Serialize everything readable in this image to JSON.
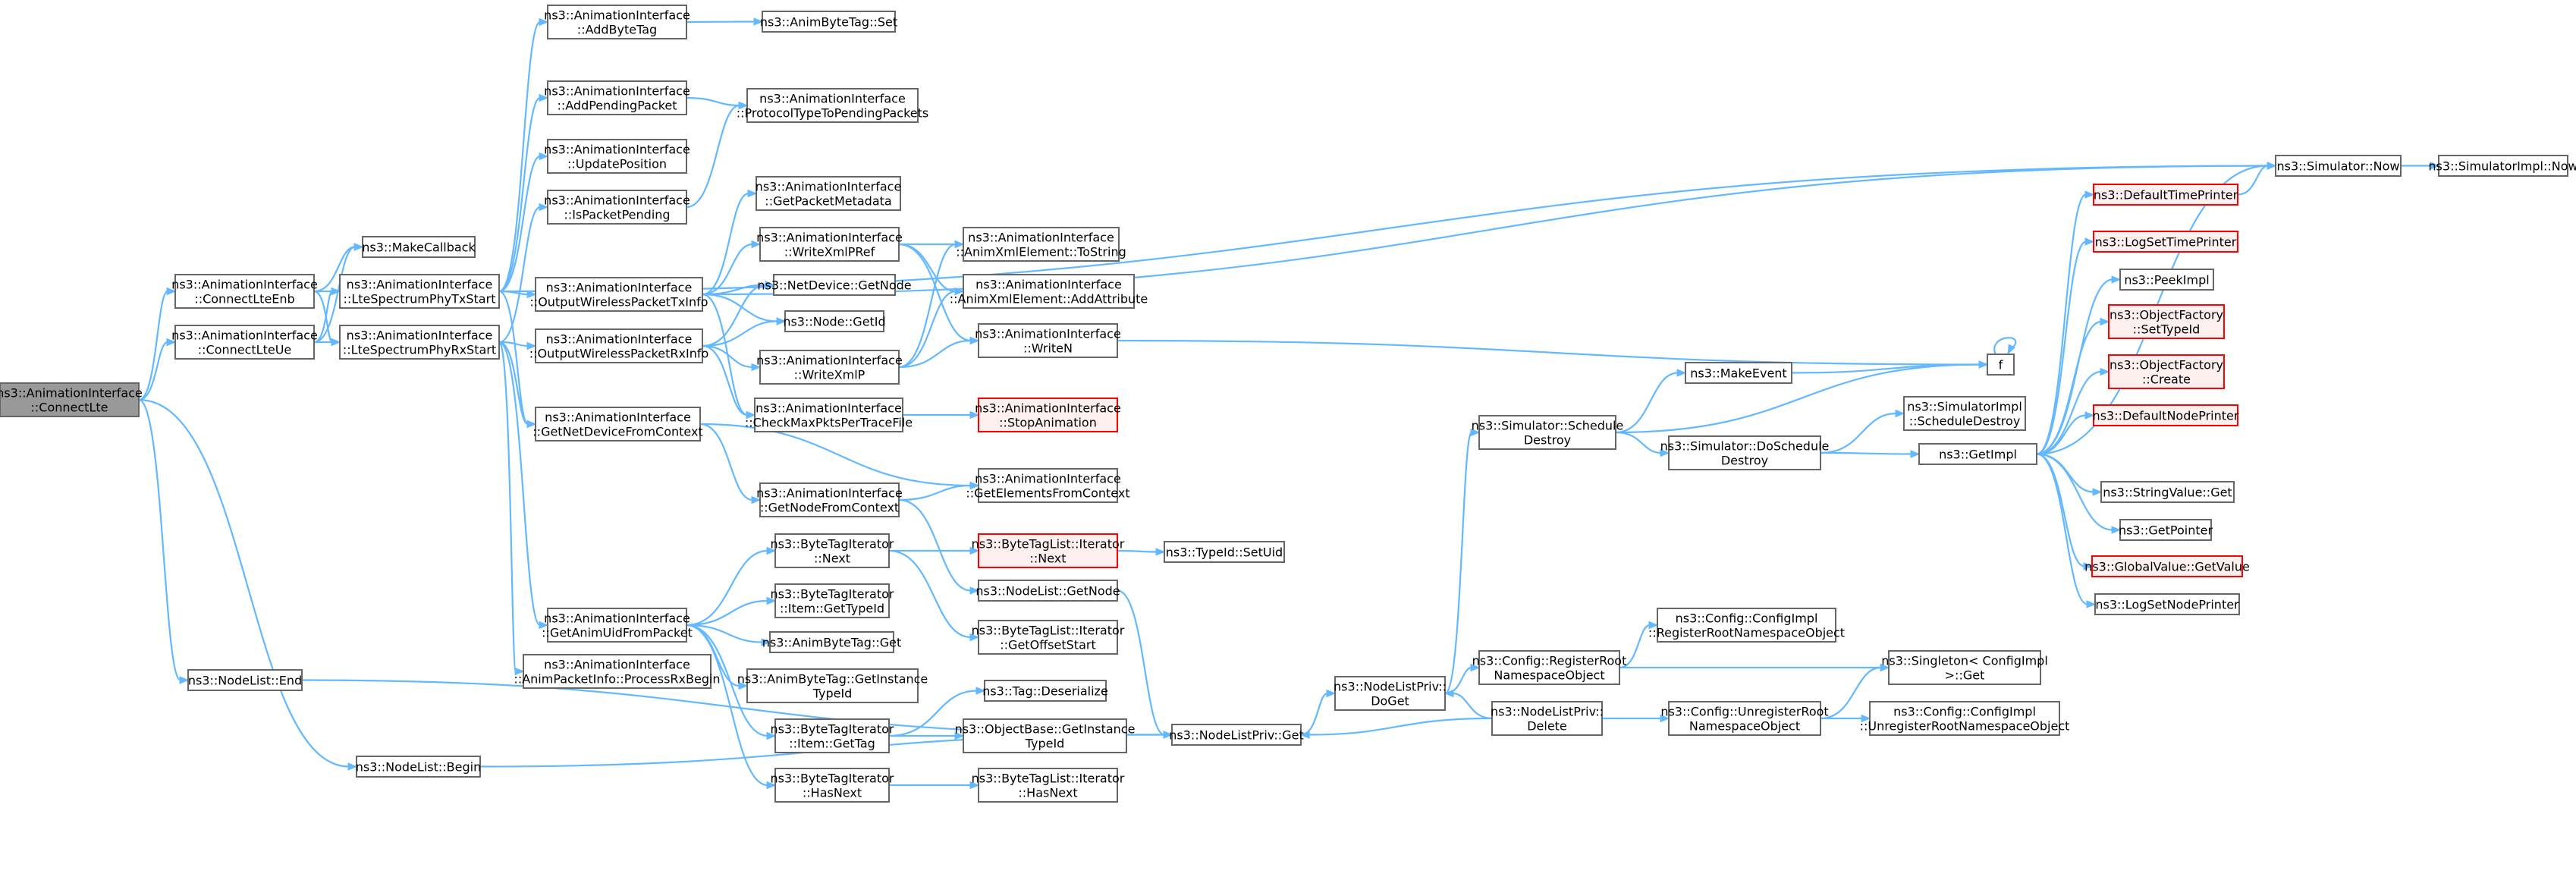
{
  "diagram": {
    "type": "call-graph",
    "colors": {
      "edge": "#63b8ff",
      "node_border": "#666666",
      "root_fill": "#999999",
      "truncated_border": "#ff0000",
      "truncated_fill": "#fff0f0"
    },
    "nodes": [
      {
        "id": "connectLte",
        "lines": [
          "ns3::AnimationInterface",
          "::ConnectLte"
        ],
        "kind": "root"
      },
      {
        "id": "connectLteEnb",
        "lines": [
          "ns3::AnimationInterface",
          "::ConnectLteEnb"
        ]
      },
      {
        "id": "connectLteUe",
        "lines": [
          "ns3::AnimationInterface",
          "::ConnectLteUe"
        ]
      },
      {
        "id": "nodeListEnd",
        "lines": [
          "ns3::NodeList::End"
        ]
      },
      {
        "id": "nodeListBegin",
        "lines": [
          "ns3::NodeList::Begin"
        ]
      },
      {
        "id": "makeCallback",
        "lines": [
          "ns3::MakeCallback"
        ]
      },
      {
        "id": "lteTxStart",
        "lines": [
          "ns3::AnimationInterface",
          "::LteSpectrumPhyTxStart"
        ]
      },
      {
        "id": "lteRxStart",
        "lines": [
          "ns3::AnimationInterface",
          "::LteSpectrumPhyRxStart"
        ]
      },
      {
        "id": "addByteTag",
        "lines": [
          "ns3::AnimationInterface",
          "::AddByteTag"
        ]
      },
      {
        "id": "addPendingPacket",
        "lines": [
          "ns3::AnimationInterface",
          "::AddPendingPacket"
        ]
      },
      {
        "id": "updatePosition",
        "lines": [
          "ns3::AnimationInterface",
          "::UpdatePosition"
        ]
      },
      {
        "id": "isPacketPending",
        "lines": [
          "ns3::AnimationInterface",
          "::IsPacketPending"
        ]
      },
      {
        "id": "outWirelessTx",
        "lines": [
          "ns3::AnimationInterface",
          "::OutputWirelessPacketTxInfo"
        ]
      },
      {
        "id": "outWirelessRx",
        "lines": [
          "ns3::AnimationInterface",
          "::OutputWirelessPacketRxInfo"
        ]
      },
      {
        "id": "getNetDevFromCtx",
        "lines": [
          "ns3::AnimationInterface",
          "::GetNetDeviceFromContext"
        ]
      },
      {
        "id": "getAnimUid",
        "lines": [
          "ns3::AnimationInterface",
          "::GetAnimUidFromPacket"
        ]
      },
      {
        "id": "processRxBegin",
        "lines": [
          "ns3::AnimationInterface",
          "::AnimPacketInfo::ProcessRxBegin"
        ]
      },
      {
        "id": "animByteTagSet",
        "lines": [
          "ns3::AnimByteTag::Set"
        ]
      },
      {
        "id": "protoTypeToPending",
        "lines": [
          "ns3::AnimationInterface",
          "::ProtocolTypeToPendingPackets"
        ]
      },
      {
        "id": "getPacketMetadata",
        "lines": [
          "ns3::AnimationInterface",
          "::GetPacketMetadata"
        ]
      },
      {
        "id": "writeXmlPRef",
        "lines": [
          "ns3::AnimationInterface",
          "::WriteXmlPRef"
        ]
      },
      {
        "id": "netDeviceGetNode",
        "lines": [
          "ns3::NetDevice::GetNode"
        ]
      },
      {
        "id": "nodeGetId",
        "lines": [
          "ns3::Node::GetId"
        ]
      },
      {
        "id": "writeXmlP",
        "lines": [
          "ns3::AnimationInterface",
          "::WriteXmlP"
        ]
      },
      {
        "id": "checkMaxPkts",
        "lines": [
          "ns3::AnimationInterface",
          "::CheckMaxPktsPerTraceFile"
        ]
      },
      {
        "id": "getNodeFromCtx",
        "lines": [
          "ns3::AnimationInterface",
          "::GetNodeFromContext"
        ]
      },
      {
        "id": "btiNext",
        "lines": [
          "ns3::ByteTagIterator",
          "::Next"
        ]
      },
      {
        "id": "btiItemGetTypeId",
        "lines": [
          "ns3::ByteTagIterator",
          "::Item::GetTypeId"
        ]
      },
      {
        "id": "animByteTagGet",
        "lines": [
          "ns3::AnimByteTag::Get"
        ]
      },
      {
        "id": "animByteTagGetInstance",
        "lines": [
          "ns3::AnimByteTag::GetInstance",
          "TypeId"
        ]
      },
      {
        "id": "btiItemGetTag",
        "lines": [
          "ns3::ByteTagIterator",
          "::Item::GetTag"
        ]
      },
      {
        "id": "btiHasNext",
        "lines": [
          "ns3::ByteTagIterator",
          "::HasNext"
        ]
      },
      {
        "id": "xmlToString",
        "lines": [
          "ns3::AnimationInterface",
          "::AnimXmlElement::ToString"
        ]
      },
      {
        "id": "xmlAddAttr",
        "lines": [
          "ns3::AnimationInterface",
          "::AnimXmlElement::AddAttribute"
        ]
      },
      {
        "id": "writeN",
        "lines": [
          "ns3::AnimationInterface",
          "::WriteN"
        ]
      },
      {
        "id": "stopAnimation",
        "lines": [
          "ns3::AnimationInterface",
          "::StopAnimation"
        ],
        "kind": "truncated"
      },
      {
        "id": "getElementsFromCtx",
        "lines": [
          "ns3::AnimationInterface",
          "::GetElementsFromContext"
        ]
      },
      {
        "id": "btlIterNext",
        "lines": [
          "ns3::ByteTagList::Iterator",
          "::Next"
        ],
        "kind": "truncated"
      },
      {
        "id": "nodeListGetNode",
        "lines": [
          "ns3::NodeList::GetNode"
        ]
      },
      {
        "id": "btlGetOffsetStart",
        "lines": [
          "ns3::ByteTagList::Iterator",
          "::GetOffsetStart"
        ]
      },
      {
        "id": "tagDeserialize",
        "lines": [
          "ns3::Tag::Deserialize"
        ]
      },
      {
        "id": "objBaseGetInstance",
        "lines": [
          "ns3::ObjectBase::GetInstance",
          "TypeId"
        ]
      },
      {
        "id": "btlIterHasNext",
        "lines": [
          "ns3::ByteTagList::Iterator",
          "::HasNext"
        ]
      },
      {
        "id": "typeIdSetUid",
        "lines": [
          "ns3::TypeId::SetUid"
        ]
      },
      {
        "id": "nodeListPrivGet",
        "lines": [
          "ns3::NodeListPriv::Get"
        ]
      },
      {
        "id": "nodeListPrivDoGet",
        "lines": [
          "ns3::NodeListPriv::",
          "DoGet"
        ]
      },
      {
        "id": "simScheduleDestroy",
        "lines": [
          "ns3::Simulator::Schedule",
          "Destroy"
        ]
      },
      {
        "id": "makeEvent",
        "lines": [
          "ns3::MakeEvent"
        ]
      },
      {
        "id": "simDoScheduleDestroy",
        "lines": [
          "ns3::Simulator::DoSchedule",
          "Destroy"
        ]
      },
      {
        "id": "registerRootNs",
        "lines": [
          "ns3::Config::RegisterRoot",
          "NamespaceObject"
        ]
      },
      {
        "id": "nodeListPrivDelete",
        "lines": [
          "ns3::NodeListPriv::",
          "Delete"
        ]
      },
      {
        "id": "unregisterRootNs",
        "lines": [
          "ns3::Config::UnregisterRoot",
          "NamespaceObject"
        ]
      },
      {
        "id": "cfgImplRegisterRoot",
        "lines": [
          "ns3::Config::ConfigImpl",
          "::RegisterRootNamespaceObject"
        ]
      },
      {
        "id": "singletonGet",
        "lines": [
          "ns3::Singleton< ConfigImpl",
          " >::Get"
        ]
      },
      {
        "id": "cfgImplUnregisterRoot",
        "lines": [
          "ns3::Config::ConfigImpl",
          "::UnregisterRootNamespaceObject"
        ]
      },
      {
        "id": "fNode",
        "lines": [
          "f"
        ]
      },
      {
        "id": "simImplScheduleDestroy",
        "lines": [
          "ns3::SimulatorImpl",
          "::ScheduleDestroy"
        ]
      },
      {
        "id": "getImpl",
        "lines": [
          "ns3::GetImpl"
        ]
      },
      {
        "id": "simulatorNow",
        "lines": [
          "ns3::Simulator::Now"
        ]
      },
      {
        "id": "simImplNow",
        "lines": [
          "ns3::SimulatorImpl::Now"
        ]
      },
      {
        "id": "defaultTimePrinter",
        "lines": [
          "ns3::DefaultTimePrinter"
        ],
        "kind": "truncated"
      },
      {
        "id": "logSetTimePrinter",
        "lines": [
          "ns3::LogSetTimePrinter"
        ],
        "kind": "truncated"
      },
      {
        "id": "peekImpl",
        "lines": [
          "ns3::PeekImpl"
        ]
      },
      {
        "id": "objFactorySetTypeId",
        "lines": [
          "ns3::ObjectFactory",
          "::SetTypeId"
        ],
        "kind": "truncated"
      },
      {
        "id": "objFactoryCreate",
        "lines": [
          "ns3::ObjectFactory",
          "::Create"
        ],
        "kind": "truncated"
      },
      {
        "id": "defaultNodePrinter",
        "lines": [
          "ns3::DefaultNodePrinter"
        ],
        "kind": "truncated"
      },
      {
        "id": "stringValueGet",
        "lines": [
          "ns3::StringValue::Get"
        ]
      },
      {
        "id": "getPointer",
        "lines": [
          "ns3::GetPointer"
        ]
      },
      {
        "id": "globalValueGetValue",
        "lines": [
          "ns3::GlobalValue::GetValue"
        ],
        "kind": "truncated"
      },
      {
        "id": "logSetNodePrinter",
        "lines": [
          "ns3::LogSetNodePrinter"
        ]
      }
    ]
  }
}
